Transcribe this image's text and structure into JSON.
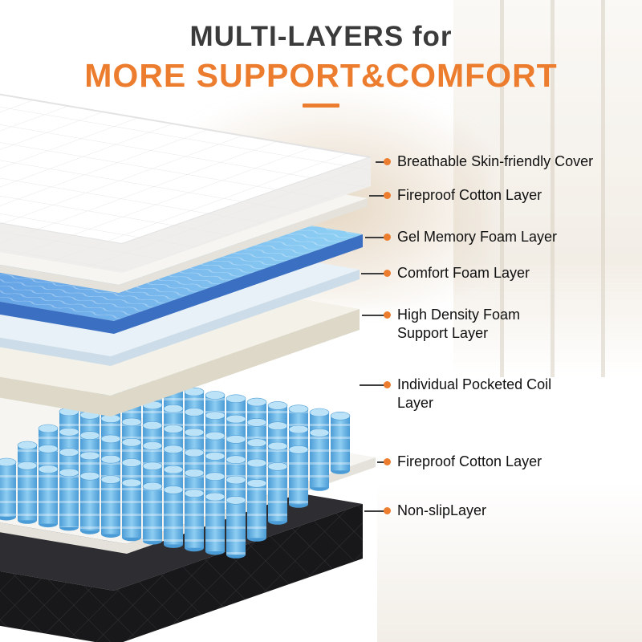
{
  "title": {
    "line1": "MULTI-LAYERS for",
    "line2": "MORE SUPPORT&COMFORT"
  },
  "callouts": [
    {
      "text": "Breathable Skin-friendly Cover"
    },
    {
      "text": "Fireproof Cotton Layer"
    },
    {
      "text": "Gel Memory Foam Layer"
    },
    {
      "text": "Comfort Foam Layer"
    },
    {
      "text": "High Density Foam Support Layer"
    },
    {
      "text": "Individual Pocketed Coil Layer"
    },
    {
      "text": "Fireproof Cotton Layer"
    },
    {
      "text": "Non-slipLayer"
    }
  ],
  "layers": {
    "cover": {
      "name": "breathable-skin-friendly-cover",
      "top": "#ffffff",
      "side": "#efeeec"
    },
    "cotton_top": {
      "name": "fireproof-cotton-layer",
      "top": "#f6f5f1",
      "side": "#e4e2da"
    },
    "gel": {
      "name": "gel-memory-foam-layer",
      "top_left": "#3f7bd8",
      "top_right": "#90d1f5",
      "side": "#3a6fc2"
    },
    "comfort": {
      "name": "comfort-foam-layer",
      "top": "#e9f1f8",
      "side": "#ccdde9"
    },
    "hd_foam": {
      "name": "high-density-foam-support-layer",
      "top": "#f4f1e8",
      "side": "#ddd8c8"
    },
    "coil": {
      "name": "individual-pocketed-coil-layer",
      "body_light": "#8ecdf2",
      "body_dark": "#4b9cd6",
      "cap": "#bce2f7"
    },
    "cotton_bottom": {
      "name": "fireproof-cotton-layer",
      "top": "#f6f5f1",
      "side": "#e4e2da"
    },
    "base": {
      "name": "non-slip-layer",
      "top": "#2e2e32",
      "side": "#18181b"
    }
  },
  "colors": {
    "accent": "#ED7D2E",
    "leader_line": "#3D3D3D",
    "title_dark": "#3B3B3B",
    "label_text": "#101010"
  }
}
